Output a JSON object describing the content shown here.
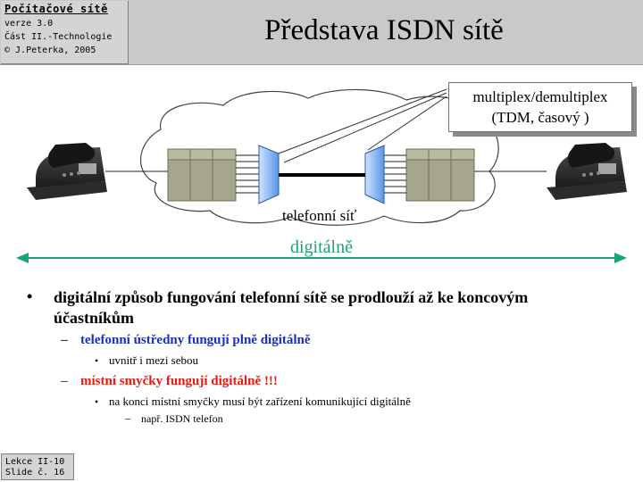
{
  "header": {
    "course": "Počítačové sítě",
    "version": "verze 3.0",
    "part": "Část II.-Technologie",
    "author": "© J.Peterka, 2005",
    "title": "Představa ISDN sítě"
  },
  "diagram": {
    "mux_line1": "multiplex/demultiplex",
    "mux_line2": "(TDM, časový )",
    "network_label": "telefonní síť",
    "digital_label": "digitálně",
    "colors": {
      "arrow": "#1aa37a",
      "exchange": "#a5a68c",
      "mux": "#4f8fe0"
    }
  },
  "bullets": {
    "main": "digitální způsob fungování telefonní sítě se prodlouží až ke koncovým účastníkům",
    "sub1": "telefonní ústředny fungují plně digitálně",
    "sub1_1": "uvnitř i mezi sebou",
    "sub2": "místní smyčky fungují digitálně !!!",
    "sub2_1": "na konci místní smyčky musí být zařízení komunikující digitálně",
    "sub2_1_1": "např. ISDN telefon"
  },
  "footer": {
    "lecture": "Lekce II-10",
    "slide": "Slide č. 16"
  }
}
